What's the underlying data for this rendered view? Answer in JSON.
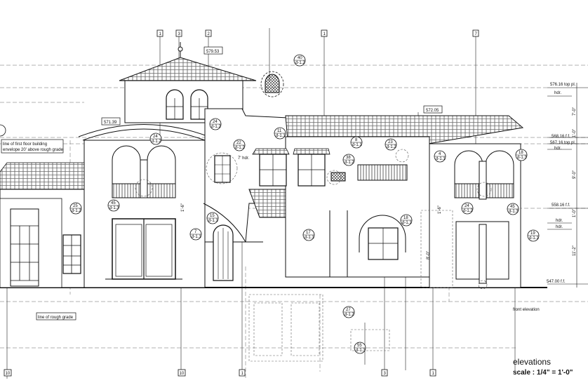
{
  "callouts": [
    {
      "id": "c1",
      "num": "1",
      "ref": ""
    },
    {
      "id": "c3",
      "num": "3",
      "ref": ""
    },
    {
      "id": "c2",
      "num": "2",
      "ref": ""
    },
    {
      "id": "c1b",
      "num": "1",
      "ref": ""
    },
    {
      "id": "c7",
      "num": "7",
      "ref": ""
    },
    {
      "id": "c40",
      "num": "40",
      "ref": "d-1.2"
    },
    {
      "id": "c24a",
      "num": "24",
      "ref": "d-1.2"
    },
    {
      "id": "c24b",
      "num": "24",
      "ref": "d-1.2"
    },
    {
      "id": "c22",
      "num": "22",
      "ref": "d-1.2"
    },
    {
      "id": "c11",
      "num": "11",
      "ref": "d-1.1"
    },
    {
      "id": "c8",
      "num": "8",
      "ref": "d-1.1"
    },
    {
      "id": "c23",
      "num": "23",
      "ref": "d-1.2"
    },
    {
      "id": "c38",
      "num": "38",
      "ref": "d-1.2"
    },
    {
      "id": "c4",
      "num": "4",
      "ref": "d-1.1"
    },
    {
      "id": "c18a",
      "num": "18",
      "ref": "d-1.3"
    },
    {
      "id": "c45a",
      "num": "45",
      "ref": "d-1.3"
    },
    {
      "id": "c25",
      "num": "25",
      "ref": "d-1.2"
    },
    {
      "id": "c15",
      "num": "15",
      "ref": "d-1.1"
    },
    {
      "id": "c7b",
      "num": "7",
      "ref": "d-1.1"
    },
    {
      "id": "c17",
      "num": "17",
      "ref": "d-1.1"
    },
    {
      "id": "c18b",
      "num": "18",
      "ref": "d-1.1"
    },
    {
      "id": "c24c",
      "num": "24",
      "ref": "d-1.2"
    },
    {
      "id": "c45b",
      "num": "45",
      "ref": "d-1.3"
    },
    {
      "id": "c19",
      "num": "19",
      "ref": "d-1.1"
    },
    {
      "id": "c27",
      "num": "27",
      "ref": "d-1.2"
    },
    {
      "id": "c55",
      "num": "55",
      "ref": "d-1.3"
    },
    {
      "id": "c10a",
      "num": "10",
      "ref": ""
    },
    {
      "id": "c1c",
      "num": "1",
      "ref": ""
    },
    {
      "id": "c3b",
      "num": "3",
      "ref": ""
    },
    {
      "id": "c1d",
      "num": "1",
      "ref": ""
    },
    {
      "id": "c10b",
      "num": "10",
      "ref": ""
    }
  ],
  "elevation_labels": {
    "e579": "579.53",
    "e571": "571.39",
    "e572": "572.05",
    "top_pl": "576.16 top pl.",
    "hdr1": "hdr.",
    "ff568": "568.16 f.f.",
    "ff567": "567.16 top pl.",
    "hdr2": "hdr.",
    "ff558": "558.16 f.f.",
    "hdr3": "hdr.",
    "hdr4": "hdr.",
    "ff547": "547.00 f.f."
  },
  "dimensions": {
    "d1": "7'-0\"",
    "d2": "1'-0\"",
    "d3": "9'-0\"",
    "d4": "1'-0\"",
    "d5": "11'-2\"",
    "d6": "8'-0\"",
    "hdr_7": "7' hdr.",
    "left_1_6": "1'-6\"",
    "mid_1_6": "1'-6\""
  },
  "notes": {
    "first_floor_line1": "line of first floor building",
    "first_floor_line2": "envelope 20' above rough grade",
    "rough_grade": "line of rough grade",
    "front_elevation": "front elevation"
  },
  "title": {
    "main": "elevations",
    "scale": "scale : 1/4\" = 1'-0\""
  }
}
